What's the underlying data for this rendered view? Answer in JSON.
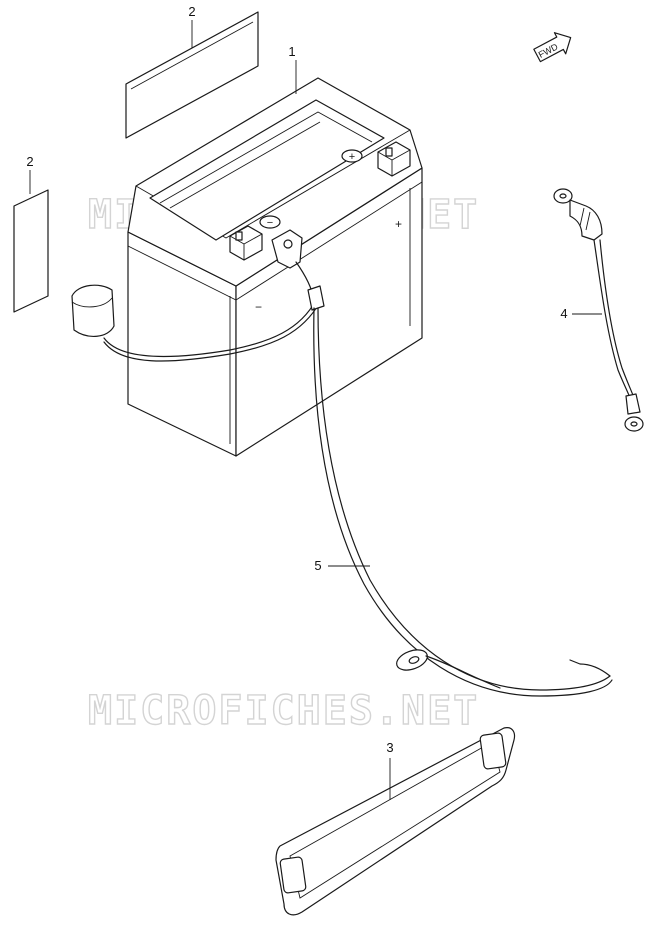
{
  "watermark": {
    "text": "MICROFICHES.NET"
  },
  "direction_badge": {
    "text": "FWD"
  },
  "callouts": [
    {
      "id": "1",
      "label": "1"
    },
    {
      "id": "2a",
      "label": "2"
    },
    {
      "id": "2b",
      "label": "2"
    },
    {
      "id": "3",
      "label": "3"
    },
    {
      "id": "4",
      "label": "4"
    },
    {
      "id": "5",
      "label": "5"
    }
  ],
  "terminals": {
    "positive": "+",
    "negative": "−"
  },
  "colors": {
    "ink": "#1a1a1a",
    "watermark": "#d4d4d4",
    "background": "#ffffff"
  }
}
